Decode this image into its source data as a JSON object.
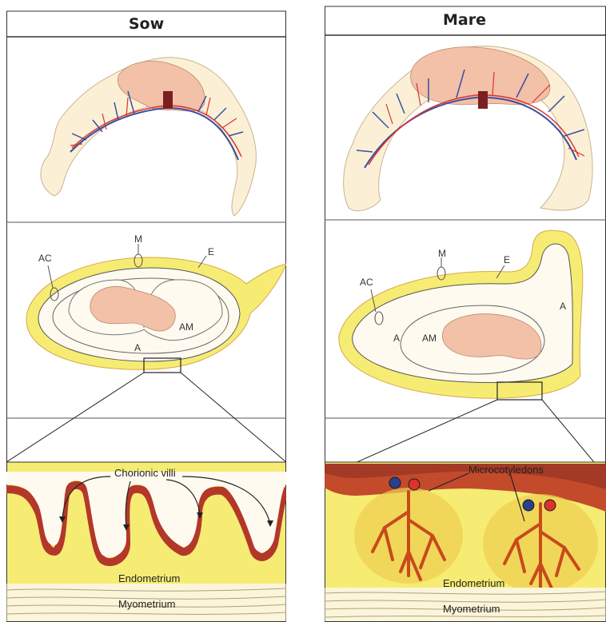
{
  "sow": {
    "title": "Sow",
    "labels": {
      "ac": "AC",
      "m": "M",
      "e": "E",
      "am": "AM",
      "a": "A"
    },
    "detail": {
      "villi": "Chorionic villi",
      "endometrium": "Endometrium",
      "myometrium": "Myometrium"
    }
  },
  "mare": {
    "title": "Mare",
    "labels": {
      "ac": "AC",
      "m": "M",
      "e": "E",
      "am": "AM",
      "a1": "A",
      "a2": "A"
    },
    "detail": {
      "micro": "Microcotyledons",
      "endometrium": "Endometrium",
      "myometrium": "Myometrium"
    }
  },
  "colors": {
    "membrane": "#fbf0d6",
    "fetus": "#f3c0a8",
    "artery": "#d9342b",
    "vein": "#3a4fa0",
    "endometrium": "#f6ec74",
    "chorion": "#b3382a",
    "amnion": "#fffaf0"
  }
}
